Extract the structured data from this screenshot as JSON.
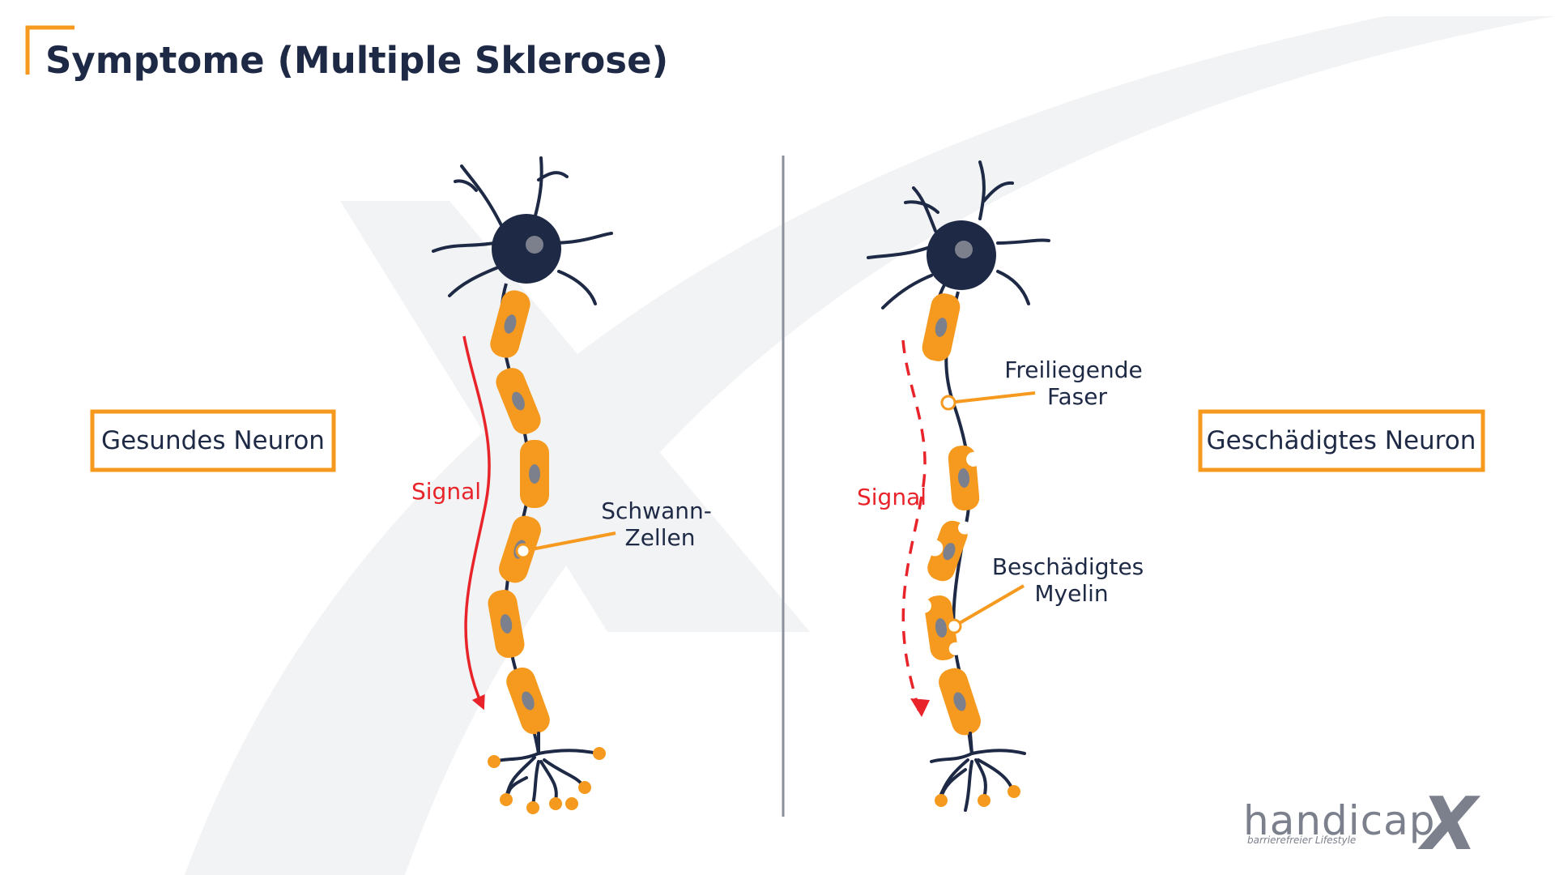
{
  "title": "Symptome (Multiple Sklerose)",
  "healthy": {
    "label": "Gesundes Neuron",
    "signal": "Signal",
    "callout_line1": "Schwann-",
    "callout_line2": "Zellen"
  },
  "damaged": {
    "label": "Geschädigtes Neuron",
    "signal": "Signal",
    "callout1_line1": "Freiliegende",
    "callout1_line2": "Faser",
    "callout2_line1": "Beschädigtes",
    "callout2_line2": "Myelin"
  },
  "logo": {
    "name": "handicap",
    "mark": "X",
    "tagline": "barrierefreier Lifestyle"
  },
  "colors": {
    "accent": "#f59a1e",
    "navy": "#1e2a45",
    "signal": "#e8242a",
    "nucleus": "#7c808c",
    "divider": "#8a919c",
    "watermark": "#f2f3f5"
  }
}
